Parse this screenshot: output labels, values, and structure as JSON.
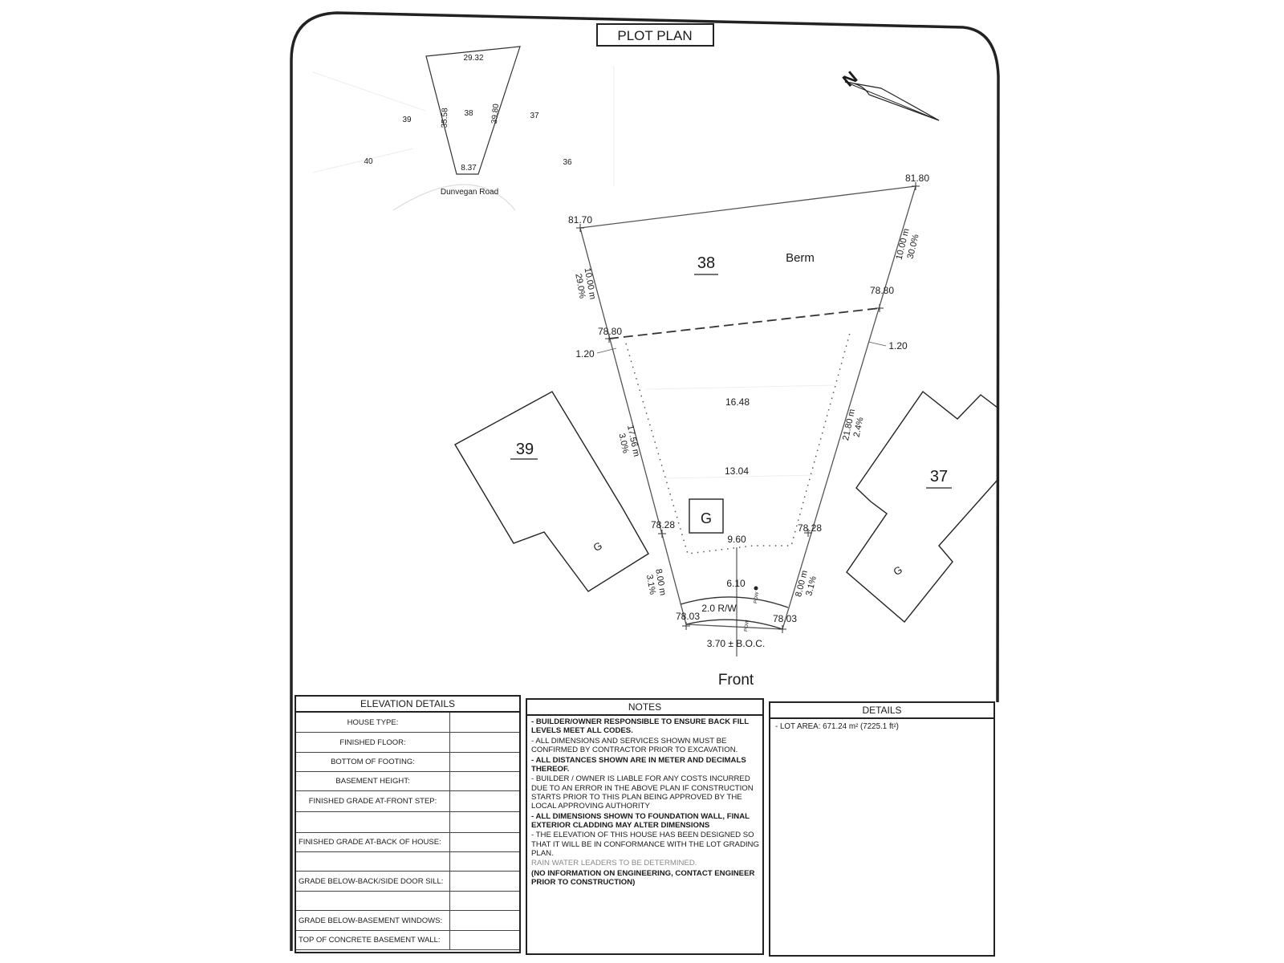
{
  "title": "PLOT PLAN",
  "key_map": {
    "lot_labels": [
      "39",
      "38",
      "37",
      "40",
      "36"
    ],
    "dims": {
      "top": "29.32",
      "left": "35.58",
      "right": "39.80",
      "bottom": "8.37"
    },
    "road": "Dunvegan Road"
  },
  "north_symbol": "N",
  "lot": {
    "number": "38",
    "berm": "Berm",
    "elevations": {
      "back_left": "81.70",
      "back_right": "81.80",
      "mid_left": "78.80",
      "mid_right": "78.80",
      "front_left": "78.28",
      "front_right": "78.28",
      "curb_left": "78.03",
      "curb_right": "78.03"
    },
    "offsets": {
      "left": "1.20",
      "right": "1.20"
    },
    "slopes": {
      "back_left": [
        "10.00 m",
        "29.0%"
      ],
      "back_right": [
        "10.00 m",
        "30.0%"
      ],
      "side_left": [
        "17.56 m",
        "3.0%"
      ],
      "side_right": [
        "21.80 m",
        "2.4%"
      ],
      "front_left": [
        "8.00 m",
        "3.1%"
      ],
      "front_right": [
        "8.00 m",
        "3.1%"
      ]
    },
    "house_dims": {
      "back": "16.48",
      "mid": "13.04",
      "front": "9.60"
    },
    "garage": "G",
    "setback": "6.10",
    "right_of_way": "2.0 R/W",
    "pow_labels": [
      "POW",
      "POW"
    ],
    "boc": "3.70 ± B.O.C.",
    "front": "Front"
  },
  "neighbors": [
    {
      "number": "39",
      "garage": "G"
    },
    {
      "number": "37",
      "garage": "G"
    }
  ],
  "elevation_details": {
    "title": "ELEVATION DETAILS",
    "rows": [
      "HOUSE TYPE:",
      "FINISHED FLOOR:",
      "BOTTOM OF FOOTING:",
      "BASEMENT HEIGHT:",
      "FINISHED GRADE AT-FRONT STEP:",
      "",
      "FINISHED GRADE AT-BACK OF HOUSE:",
      "",
      "GRADE BELOW-BACK/SIDE DOOR SILL:",
      "",
      "GRADE BELOW-BASEMENT WINDOWS:",
      "TOP OF CONCRETE BASEMENT WALL:"
    ]
  },
  "notes": {
    "title": "NOTES",
    "items": [
      {
        "text": "- BUILDER/OWNER RESPONSIBLE TO ENSURE BACK FILL LEVELS MEET ALL CODES.",
        "bold": true
      },
      {
        "text": "- ALL DIMENSIONS AND SERVICES SHOWN MUST BE CONFIRMED BY CONTRACTOR PRIOR TO EXCAVATION.",
        "bold": false
      },
      {
        "text": "- ALL DISTANCES SHOWN ARE IN METER AND DECIMALS THEREOF.",
        "bold": true
      },
      {
        "text": "- BUILDER / OWNER IS LIABLE FOR ANY COSTS INCURRED DUE TO AN ERROR IN THE ABOVE PLAN IF CONSTRUCTION STARTS PRIOR TO THIS PLAN BEING APPROVED BY THE LOCAL APPROVING AUTHORITY",
        "bold": false
      },
      {
        "text": "- ALL DIMENSIONS SHOWN TO FOUNDATION WALL, FINAL EXTERIOR CLADDING MAY ALTER DIMENSIONS",
        "bold": true
      },
      {
        "text": "- THE ELEVATION OF THIS HOUSE HAS BEEN DESIGNED SO THAT IT WILL BE IN CONFORMANCE WITH THE LOT GRADING PLAN.",
        "bold": false
      },
      {
        "text": "RAIN WATER LEADERS TO BE DETERMINED.",
        "bold": false,
        "faint": true
      },
      {
        "text": "(NO INFORMATION ON ENGINEERING, CONTACT ENGINEER PRIOR TO CONSTRUCTION)",
        "bold": true
      }
    ]
  },
  "details": {
    "title": "DETAILS",
    "lot_area": "- LOT AREA: 671.24 m² (7225.1 ft²)"
  }
}
